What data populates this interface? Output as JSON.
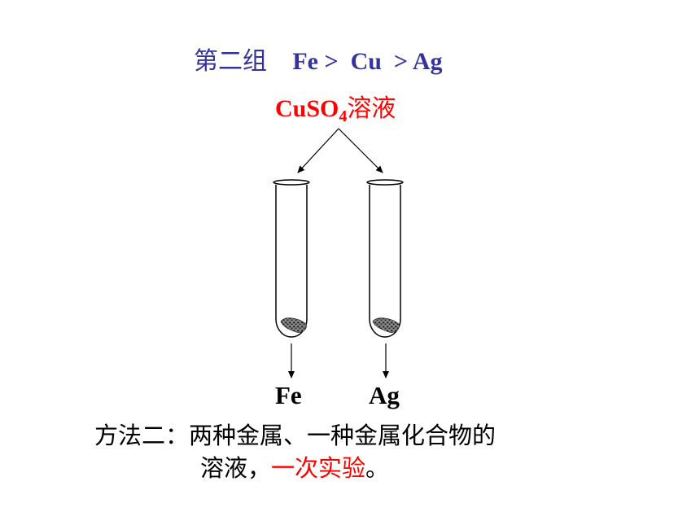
{
  "colors": {
    "heading": "#333399",
    "highlight": "#ff0000",
    "body_text": "#000000",
    "sediment": "#555555"
  },
  "heading": {
    "group_label": "第二组",
    "metal_order": "Fe >  Cu  > Ag"
  },
  "reagent": {
    "formula_main": "CuSO",
    "formula_subscript": "4",
    "word": "溶液"
  },
  "tubes": [
    {
      "metal": "Fe"
    },
    {
      "metal": "Ag"
    }
  ],
  "method": {
    "line1": "方法二：两种金属、一种金属化合物的",
    "line2_plain": "溶液，",
    "line2_highlight": "一次实验",
    "line2_end": "。"
  }
}
